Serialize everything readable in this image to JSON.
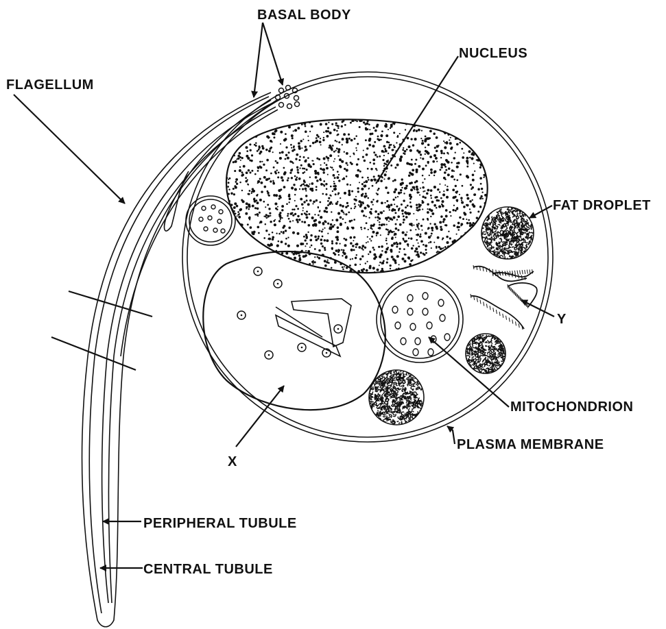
{
  "labels": {
    "basal_body": "BASAL BODY",
    "nucleus": "NUCLEUS",
    "flagellum": "FLAGELLUM",
    "fat_droplet": "FAT DROPLET",
    "y": "Y",
    "mitochondrion": "MITOCHONDRION",
    "plasma_membrane": "PLASMA MEMBRANE",
    "x": "X",
    "peripheral_tubule": "PERIPHERAL TUBULE",
    "central_tubule": "CENTRAL TUBULE"
  },
  "colors": {
    "ink": "#111111",
    "background": "#ffffff"
  }
}
